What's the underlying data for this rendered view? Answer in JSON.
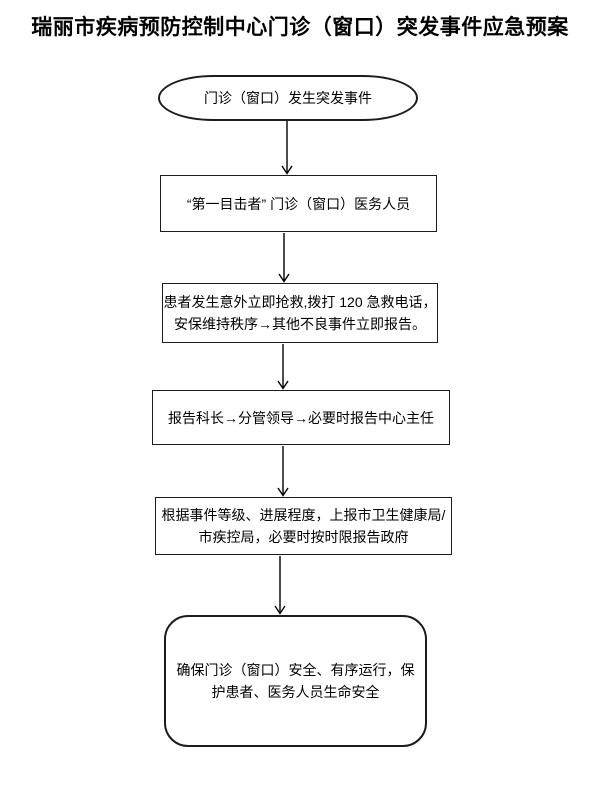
{
  "page": {
    "title": "瑞丽市疾病预防控制中心门诊（窗口）突发事件应急预案"
  },
  "flowchart": {
    "nodes": {
      "start": {
        "shape": "terminator",
        "text": "门诊（窗口）发生突发事件"
      },
      "step1": {
        "shape": "process",
        "text": "“第一目击者” 门诊（窗口）医务人员"
      },
      "step2": {
        "shape": "process",
        "text": "患者发生意外立即抢救,拨打 120 急救电话，\n安保维持秩序→其他不良事件立即报告。"
      },
      "step3": {
        "shape": "process",
        "text": "报告科长→分管领导→必要时报告中心主任"
      },
      "step4": {
        "shape": "process",
        "text": "根据事件等级、进展程度，上报市卫生健康局/\n市疾控局，必要时按时限报告政府"
      },
      "end": {
        "shape": "terminator",
        "text": "确保门诊（窗口）安全、有序运行，保\n护患者、医务人员生命安全"
      }
    },
    "connector_style": "straight-down-open-arrowhead"
  },
  "colors": {
    "ink": "#000000",
    "border": "#1c1c1c",
    "background": "#ffffff"
  }
}
